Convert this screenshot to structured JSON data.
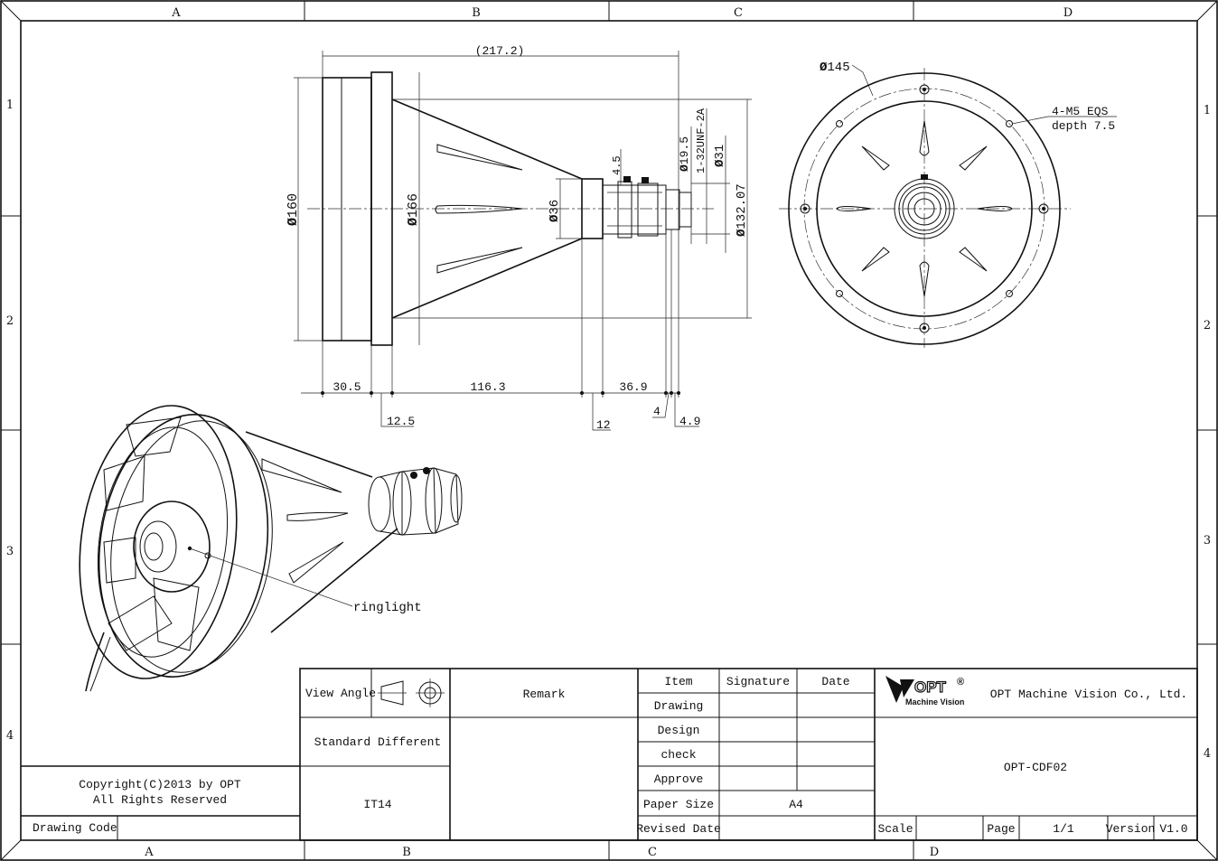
{
  "frame": {
    "cols_top": [
      "A",
      "B",
      "C",
      "D"
    ],
    "cols_bottom": [
      "A",
      "B",
      "C",
      "D"
    ],
    "rows_left": [
      "1",
      "2",
      "3",
      "4"
    ],
    "rows_right": [
      "1",
      "2",
      "3",
      "4"
    ]
  },
  "side_view": {
    "overall_length": "(217.2)",
    "dia_160": "160",
    "dia_166": "166",
    "dia_36": "36",
    "dim_4_5": "4.5",
    "dia_19_5": "19.5",
    "thread": "1-32UNF-2A",
    "dia_31": "31",
    "dia_132": "132.07",
    "len_30_5": "30.5",
    "len_116_3": "116.3",
    "len_36_9": "36.9",
    "len_12_5": "12.5",
    "len_12": "12",
    "len_4": "4",
    "len_4_9": "4.9",
    "dia_symbol": "Ø"
  },
  "front_view": {
    "dia_145": "145",
    "hole_note_1": "4-M5 EQS",
    "hole_note_2": "depth 7.5"
  },
  "iso_view": {
    "callout": "ringlight"
  },
  "title_block": {
    "copyright_1": "Copyright(C)2013 by OPT",
    "copyright_2": "All Rights Reserved",
    "drawing_code_label": "Drawing Code",
    "drawing_code_value": "",
    "view_angle_label": "View Angle",
    "standard_label": "Standard Different",
    "tolerance": "IT14",
    "remark_label": "Remark",
    "item_label": "Item",
    "signature_label": "Signature",
    "date_label": "Date",
    "drawing_label": "Drawing",
    "design_label": "Design",
    "check_label": "check",
    "approve_label": "Approve",
    "paper_size_label": "Paper Size",
    "paper_size_value": "A4",
    "revised_label": "Revised Date",
    "logo_text": "OPT",
    "logo_reg": "®",
    "logo_sub": "Machine Vision",
    "company": "OPT Machine Vision Co., Ltd.",
    "part_no": "OPT-CDF02",
    "scale_label": "Scale",
    "scale_value": "",
    "page_label": "Page",
    "page_value": "1/1",
    "version_label": "Version",
    "version_value": "V1.0"
  }
}
